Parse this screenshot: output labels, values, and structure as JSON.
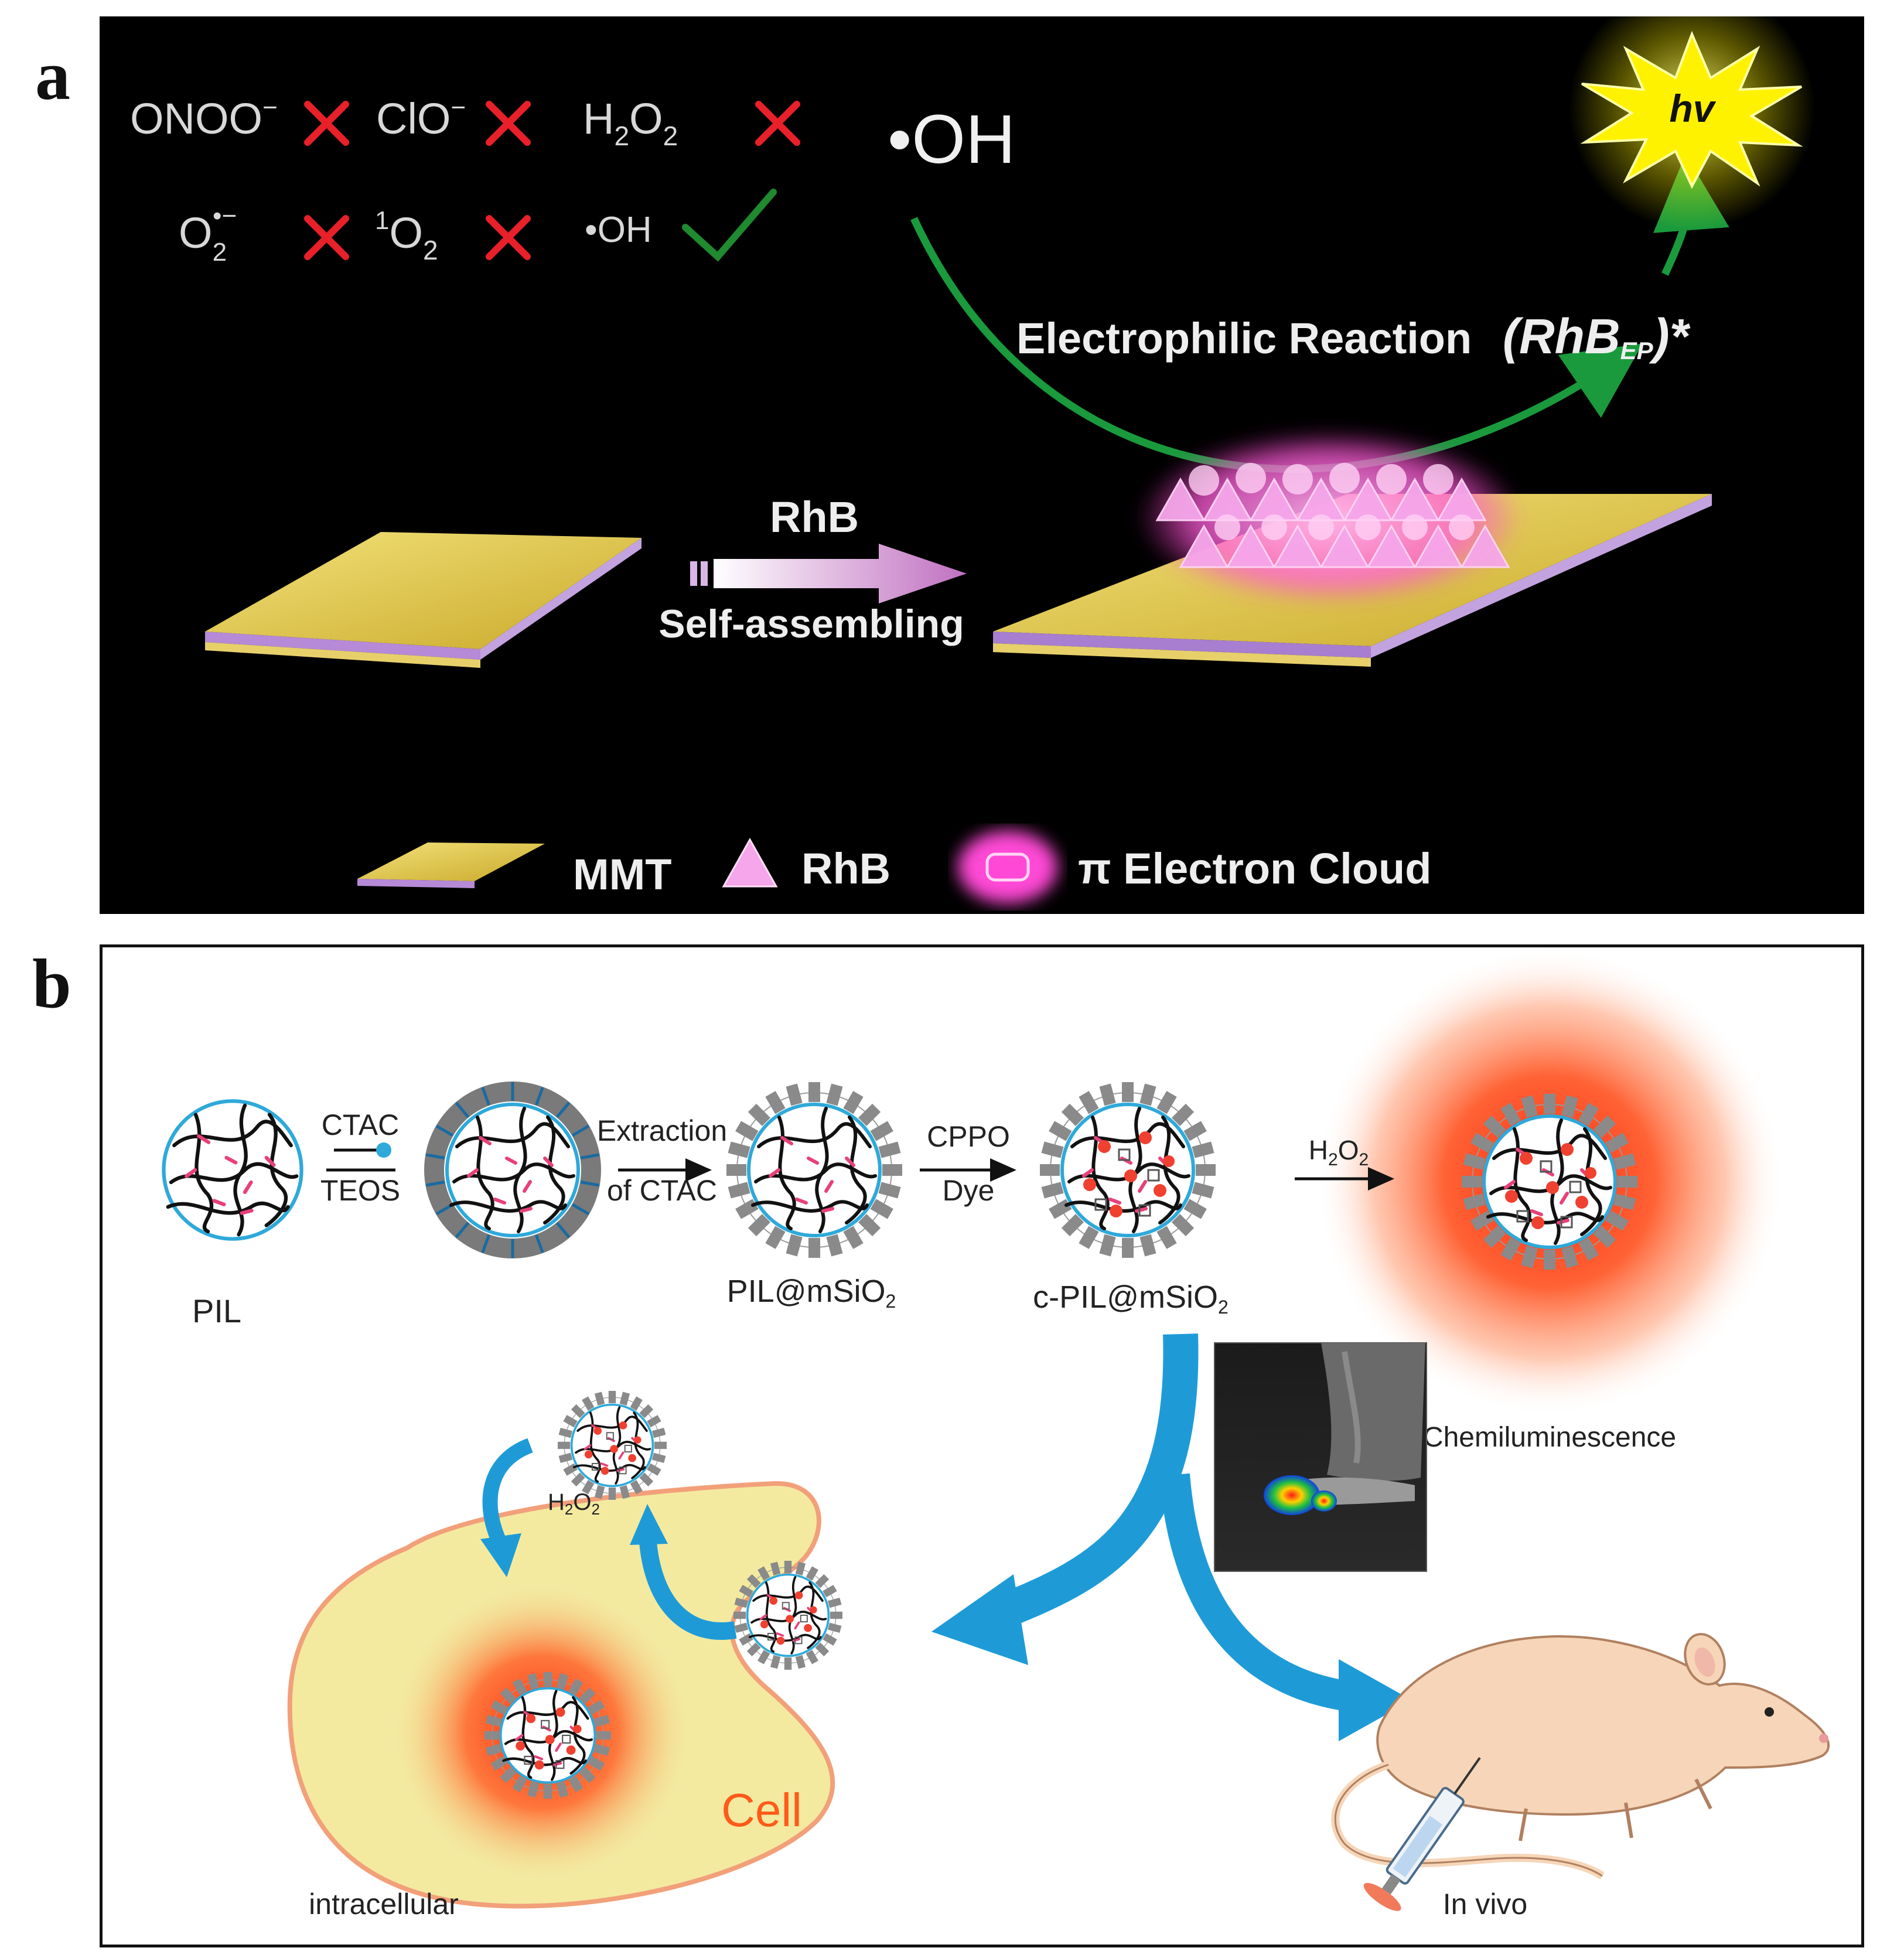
{
  "panel_a": {
    "letter": "a",
    "species": [
      {
        "label": "ONOO",
        "sup": "−",
        "result": "cross"
      },
      {
        "label": "ClO",
        "sup": "−",
        "result": "cross"
      },
      {
        "label": "H",
        "sub": "2",
        "label2": "O",
        "sub2": "2",
        "result": "cross"
      },
      {
        "label": "O",
        "sub": "2",
        "sup": "•−",
        "result": "cross"
      },
      {
        "label": "O",
        "presup": "1",
        "sub": "2",
        "result": "cross"
      },
      {
        "label": "•OH",
        "result": "check"
      }
    ],
    "oh_label": "•OH",
    "reaction_label": "Electrophilic Reaction",
    "excited_prefix": "(RhB",
    "excited_sub": "EP",
    "excited_suffix": ")*",
    "emission": "hv",
    "arrow_top": "RhB",
    "arrow_bottom": "Self-assembling",
    "legend": {
      "mmt": "MMT",
      "rhb": "RhB",
      "cloud": "π Electron Cloud"
    },
    "colors": {
      "slab": "#d9c23a",
      "slab_edge": "#9a78c8",
      "arrow_green": "#1a9a3c",
      "cross": "#e8202a",
      "check": "#1f8a30",
      "glow": "#ff6adf"
    }
  },
  "panel_b": {
    "letter": "b",
    "labels": {
      "pil": "PIL",
      "ctac": "CTAC",
      "teos": "TEOS",
      "extraction1": "Extraction",
      "extraction2": "of CTAC",
      "pil_msio2": "PIL@mSiO",
      "pil_msio2_sub": "2",
      "cppo": "CPPO",
      "dye": "Dye",
      "c_pil": "c-PIL@mSiO",
      "c_pil_sub": "2",
      "h2o2_main": "H",
      "h2o2_sub1": "2",
      "h2o2_o": "O",
      "h2o2_sub2": "2",
      "chemi": "Chemiluminescence",
      "cell": "Cell",
      "intracellular": "intracellular",
      "in_vivo": "In vivo"
    },
    "colors": {
      "blue_arrow": "#1e9bd7",
      "cell": "#f3eaa0",
      "cell_edge": "#f2a07a",
      "glow_red": "#ff3a1a",
      "mouse": "#f6d5b8",
      "shell_blue": "#2ea9d9",
      "pink_link": "#e8407a"
    }
  }
}
